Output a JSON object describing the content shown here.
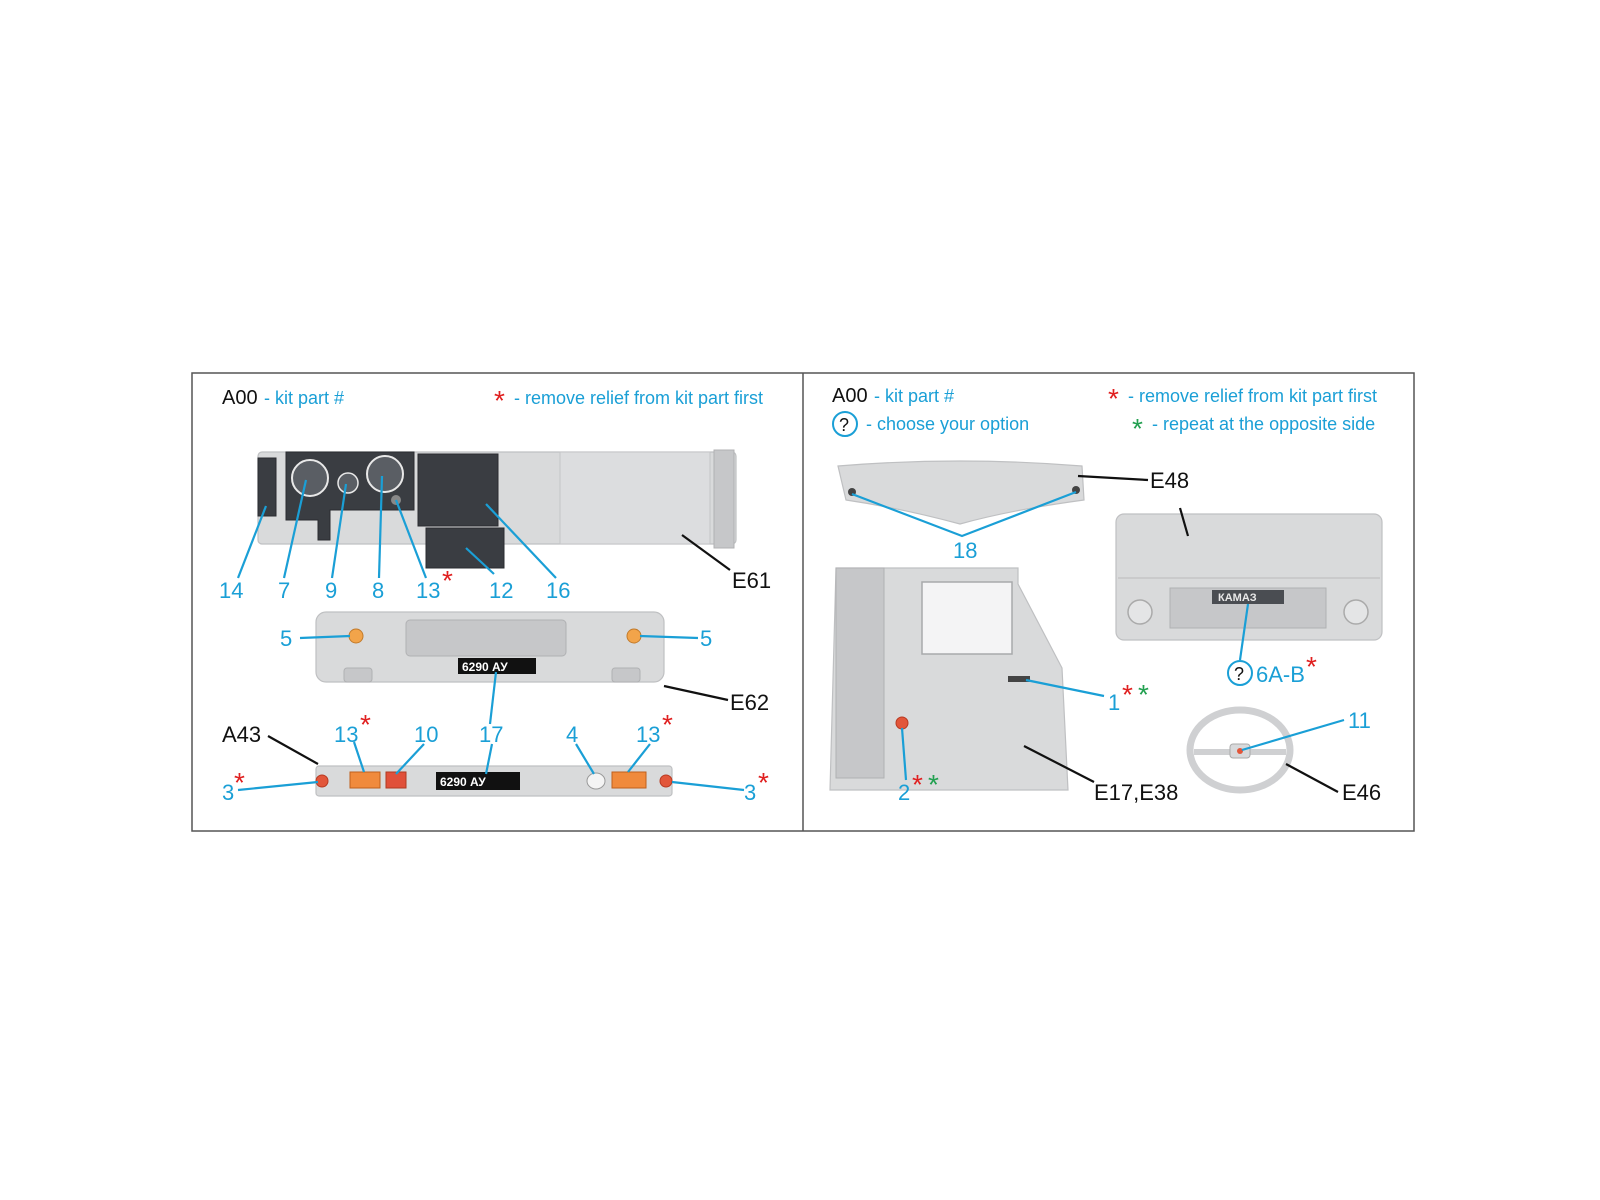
{
  "colors": {
    "accent_blue": "#1a9fd6",
    "asterisk_red": "#e02020",
    "asterisk_green": "#22a050",
    "text_black": "#111111"
  },
  "left_panel": {
    "legend": {
      "kit_part_code": "A00",
      "kit_part_text": "- kit part #",
      "remove_relief_text": "- remove relief from kit part first"
    },
    "dashboard": {
      "kit_part": "E61",
      "callouts": [
        "14",
        "7",
        "9",
        "8",
        "13",
        "12",
        "16"
      ]
    },
    "front_bumper": {
      "kit_part": "E62",
      "callout_left": "5",
      "callout_right": "5",
      "callout_plate": "17",
      "plate_text": "6290 АУ"
    },
    "rear_bar": {
      "kit_part": "A43",
      "callouts": {
        "left_end": "3",
        "left_light": "13",
        "left_light2": "10",
        "plate": "17",
        "white_light": "4",
        "right_light": "13",
        "right_end": "3"
      },
      "plate_text": "6290 АУ"
    }
  },
  "right_panel": {
    "legend": {
      "kit_part_code": "A00",
      "kit_part_text": "- kit part #",
      "remove_relief_text": "- remove relief from kit part first",
      "choose_option_symbol": "?",
      "choose_option_text": "- choose your option",
      "repeat_text": "- repeat at the opposite side"
    },
    "sun_visor": {
      "kit_part": "E48",
      "callout": "18"
    },
    "grille": {
      "kit_part": "E48",
      "callout": "6A-B",
      "option_symbol": "?",
      "badge_text": "КАМАЗ"
    },
    "cab_door": {
      "kit_part": "E17,E38",
      "callout_handle": "1",
      "callout_light": "2"
    },
    "steering_wheel": {
      "kit_part": "E46",
      "callout": "11"
    }
  },
  "asterisk_symbol": "*"
}
